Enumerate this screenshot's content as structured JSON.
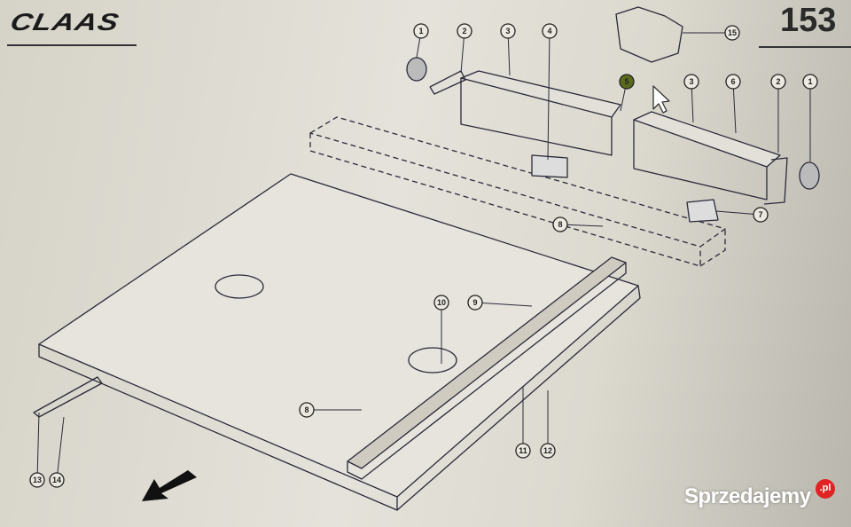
{
  "header": {
    "brand": "CLAAS",
    "page_number": "153"
  },
  "diagram": {
    "callouts": [
      "1",
      "2",
      "3",
      "4",
      "15",
      "5",
      "3",
      "6",
      "2",
      "1",
      "7",
      "8",
      "9",
      "10",
      "8",
      "11",
      "12",
      "13",
      "14"
    ],
    "highlighted_callout": "5",
    "highlight_color": "#5c6a1c",
    "line_color": "#2a2a3a"
  },
  "watermark": {
    "text": "Sprzedajemy",
    "badge": ".pl"
  }
}
